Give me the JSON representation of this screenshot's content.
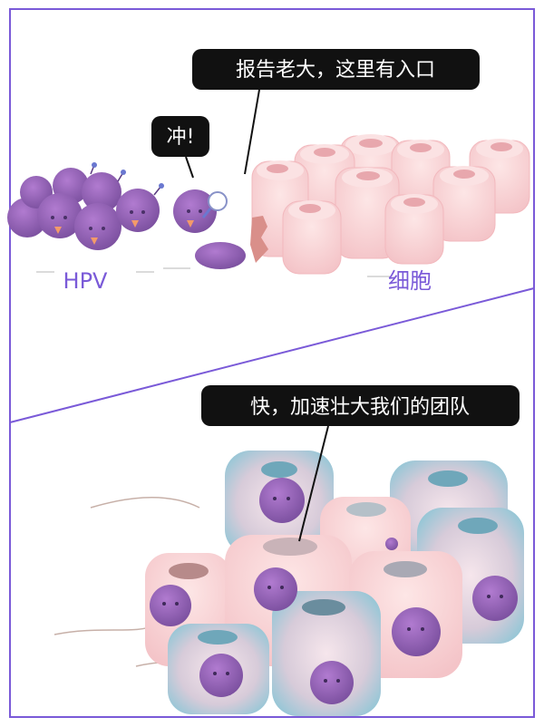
{
  "panel_top": {
    "bubble_main": "报告老大，这里有入口",
    "bubble_small": "冲!",
    "label_left": "HPV",
    "label_right": "细胞"
  },
  "panel_bottom": {
    "bubble": "快，加速壮大我们的团队"
  },
  "colors": {
    "frame": "#7a5ad8",
    "virus": "#8a5bb0",
    "cell_pink": "#f9d6d8",
    "cell_blue": "#b9dbe6",
    "bubble": "#111111"
  }
}
